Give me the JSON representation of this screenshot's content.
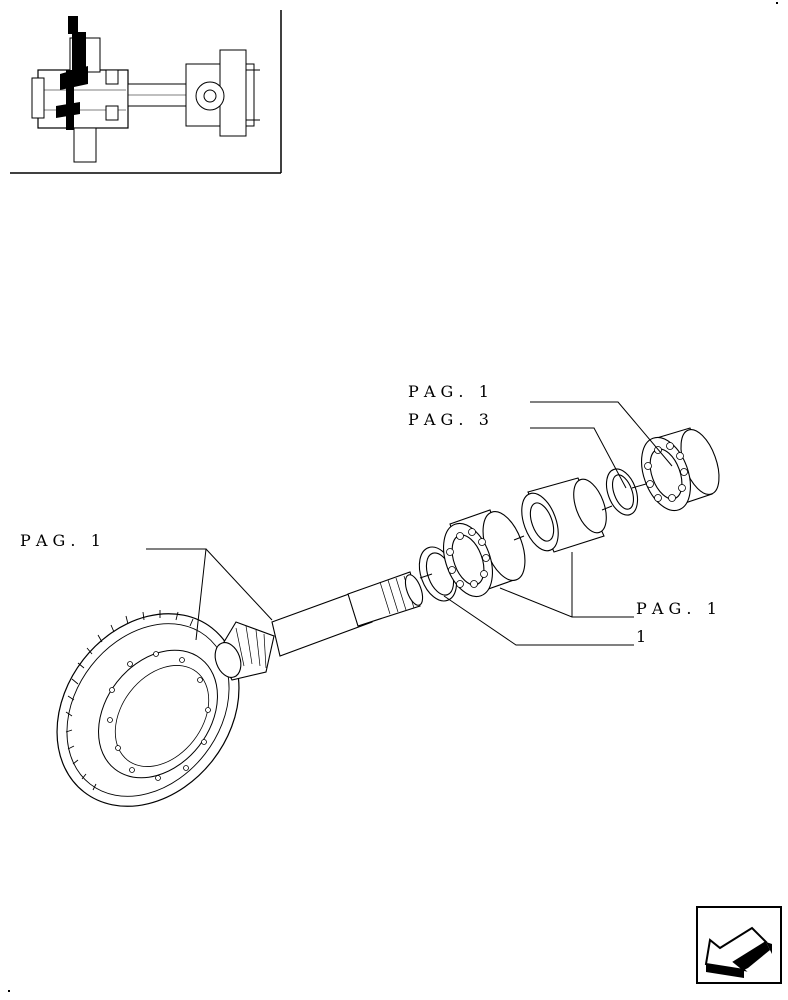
{
  "callouts": {
    "top_bearing_ref": "P A G .   1",
    "spacer_ref": "P A G .   3",
    "shaft_ref": "P A G .   1",
    "sleeve_ref": "P A G .   1",
    "shim_item": "1"
  },
  "icons": {
    "thumbnail": "axle-assembly-thumbnail",
    "nav": "back-arrow-icon"
  }
}
